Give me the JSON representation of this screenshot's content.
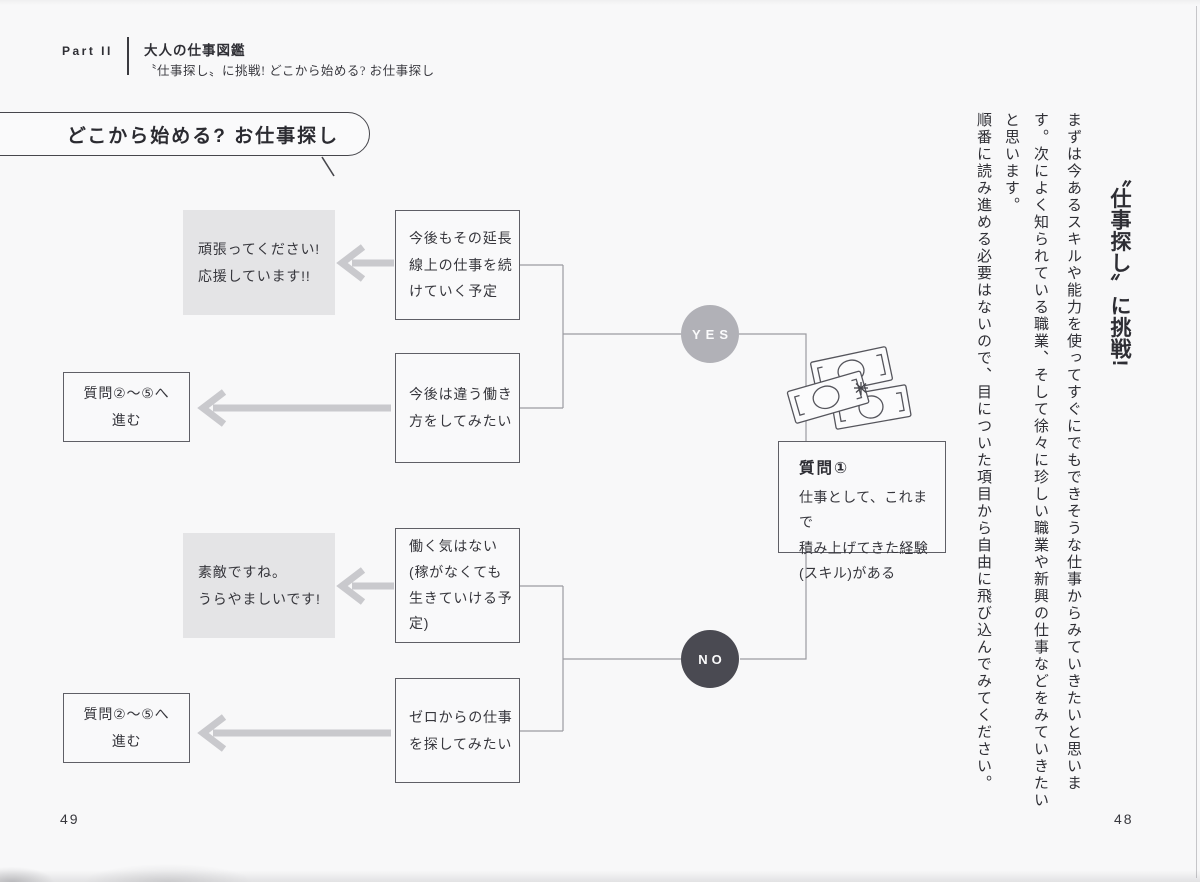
{
  "header": {
    "part_label": "Part II",
    "book_title": "大人の仕事図鑑",
    "subtitle": "〝仕事探し〟に挑戦! どこから始める? お仕事探し"
  },
  "title_bubble": {
    "text": "どこから始める? お仕事探し"
  },
  "flowchart": {
    "outcomes": [
      {
        "text": "頑張ってください!\n応援しています!!",
        "style": "gray"
      },
      {
        "text": "質問②〜⑤へ\n進む",
        "style": "outline"
      },
      {
        "text": "素敵ですね。\nうらやましいです!",
        "style": "gray"
      },
      {
        "text": "質問②〜⑤へ\n進む",
        "style": "outline"
      }
    ],
    "choices": [
      {
        "text": "今後もその延長\n線上の仕事を続\nけていく予定"
      },
      {
        "text": "今後は違う働き\n方をしてみたい"
      },
      {
        "text": "働く気はない\n(稼がなくても\n生きていける予\n定)"
      },
      {
        "text": "ゼロからの仕事\nを探してみたい"
      }
    ],
    "yes_label": "YES",
    "no_label": "NO",
    "question": {
      "title": "質問①",
      "body": "仕事として、これまで\n積み上げてきた経験\n(スキル)がある"
    },
    "icons": {
      "money_icon": "hand-drawn banknotes"
    }
  },
  "right_text": {
    "heading": "〝仕事探し〟に挑戦!",
    "columns": [
      "まずは今あるスキルや能力を使ってすぐにでもできそうな仕事からみていきたいと思いま",
      "す。次によく知られている職業、そして徐々に珍しい職業や新興の仕事などをみていきたい",
      "と思います。",
      "順番に読み進める必要はないので、目についた項目から自由に飛び込んでみてください。"
    ]
  },
  "page": {
    "left_page_number": "49",
    "right_page_number": "48"
  },
  "colors": {
    "background": "#f8f8f9",
    "gray_box_fill": "#e4e4e6",
    "box_border": "#5f5f66",
    "connector_line": "#9b9ba1",
    "arrow": "#c9c9cd",
    "yes_circle": "#b1b1b7",
    "no_circle": "#4a4a52",
    "text": "#333338"
  }
}
